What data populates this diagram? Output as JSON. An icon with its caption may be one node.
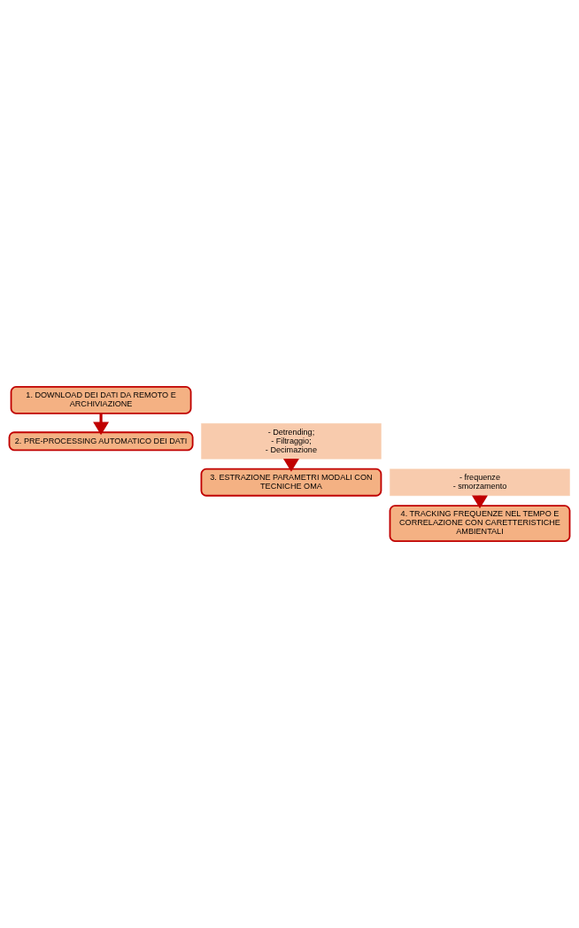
{
  "diagram": {
    "nodes": [
      {
        "text": [
          "1. DOWNLOAD DEI DATI DA REMOTO E ARCHIVIAZIONE"
        ]
      },
      {
        "text": [
          "2. PRE-PROCESSING AUTOMATICO DEI DATI"
        ]
      },
      {
        "text": [
          "- Detrending;",
          "- Filtraggio;",
          "- Decimazione"
        ]
      },
      {
        "text": [
          "3. ESTRAZIONE PARAMETRI MODALI CON TECNICHE OMA"
        ]
      },
      {
        "text": [
          "- frequenze",
          "- smorzamento"
        ]
      },
      {
        "text": [
          "4. TRACKING FREQUENZE NEL TEMPO E CORRELAZIONE CON CARETTERISTICHE AMBIENTALI"
        ]
      }
    ],
    "edges": [
      {
        "from": 0,
        "to": 1,
        "arrow": "to"
      },
      {
        "from": 2,
        "to": 3,
        "arrow": "to"
      },
      {
        "from": 4,
        "to": 5,
        "arrow": "to"
      }
    ]
  }
}
